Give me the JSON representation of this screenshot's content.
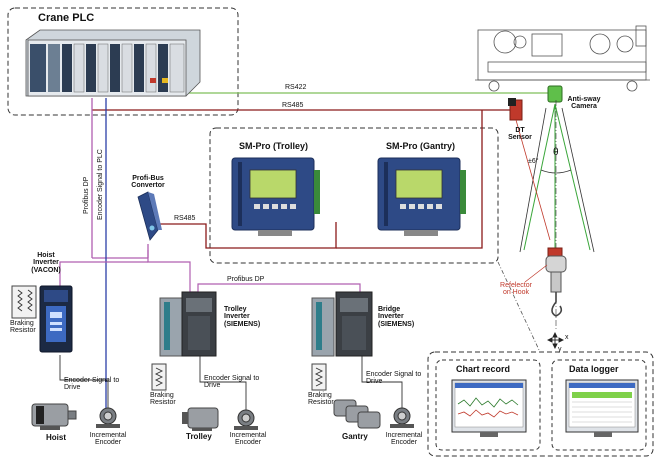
{
  "crane_plc": {
    "title": "Crane PLC"
  },
  "links": {
    "rs422": "RS422",
    "rs485_top": "RS485",
    "rs485_mid": "RS485",
    "profibus_dp_vertical": "Profibus DP",
    "encoder_to_plc": "Encoder Signal to PLC",
    "profibus_dp_horizontal": "Profibus DP"
  },
  "profibus_converter": {
    "label_line1": "Profi-Bus",
    "label_line2": "Convertor"
  },
  "sm_pro": {
    "trolley": "SM-Pro (Trolley)",
    "gantry": "SM-Pro (Gantry)"
  },
  "sensors": {
    "camera_line1": "Anti-sway",
    "camera_line2": "Camera",
    "dt_line1": "DT",
    "dt_line2": "Sensor",
    "reflector_line1": "Refelector",
    "reflector_line2": "on Hook",
    "theta": "θ",
    "angle": "±6°"
  },
  "hoist": {
    "inverter_line1": "Hoist",
    "inverter_line2": "Inverter",
    "inverter_line3": "(VACON)",
    "braking_line1": "Braking",
    "braking_line2": "Resistor",
    "encoder_signal_line1": "Encoder Signal to",
    "encoder_signal_line2": "Drive",
    "motor": "Hoist",
    "encoder_line1": "Incremental",
    "encoder_line2": "Encoder"
  },
  "trolley": {
    "inverter_line1": "Trolley",
    "inverter_line2": "Inverter",
    "inverter_line3": "(SIEMENS)",
    "braking_line1": "Braking",
    "braking_line2": "Resistor",
    "encoder_signal_line1": "Encoder Signal to",
    "encoder_signal_line2": "Drive",
    "motor": "Trolley",
    "encoder_line1": "Incremental",
    "encoder_line2": "Encoder"
  },
  "gantry": {
    "inverter_line1": "Bridge",
    "inverter_line2": "Inverter",
    "inverter_line3": "(SIEMENS)",
    "braking_line1": "Braking",
    "braking_line2": "Resistor",
    "encoder_signal_line1": "Encoder Signal to",
    "encoder_signal_line2": "Drive",
    "motor": "Gantry",
    "encoder_line1": "Incremental",
    "encoder_line2": "Encoder"
  },
  "monitors": {
    "chart_record": "Chart record",
    "data_logger": "Data logger"
  },
  "axes": {
    "x": "x",
    "y": "y"
  },
  "colors": {
    "rs422_line": "#7fbf5a",
    "rs485_line": "#8b1a1a",
    "profibus_line": "#b05fb0",
    "encoder_line": "#2b3fa8",
    "green_beam": "#3aa63a",
    "device_blue": "#2e4a86",
    "lcd_green": "#b9d86a"
  }
}
